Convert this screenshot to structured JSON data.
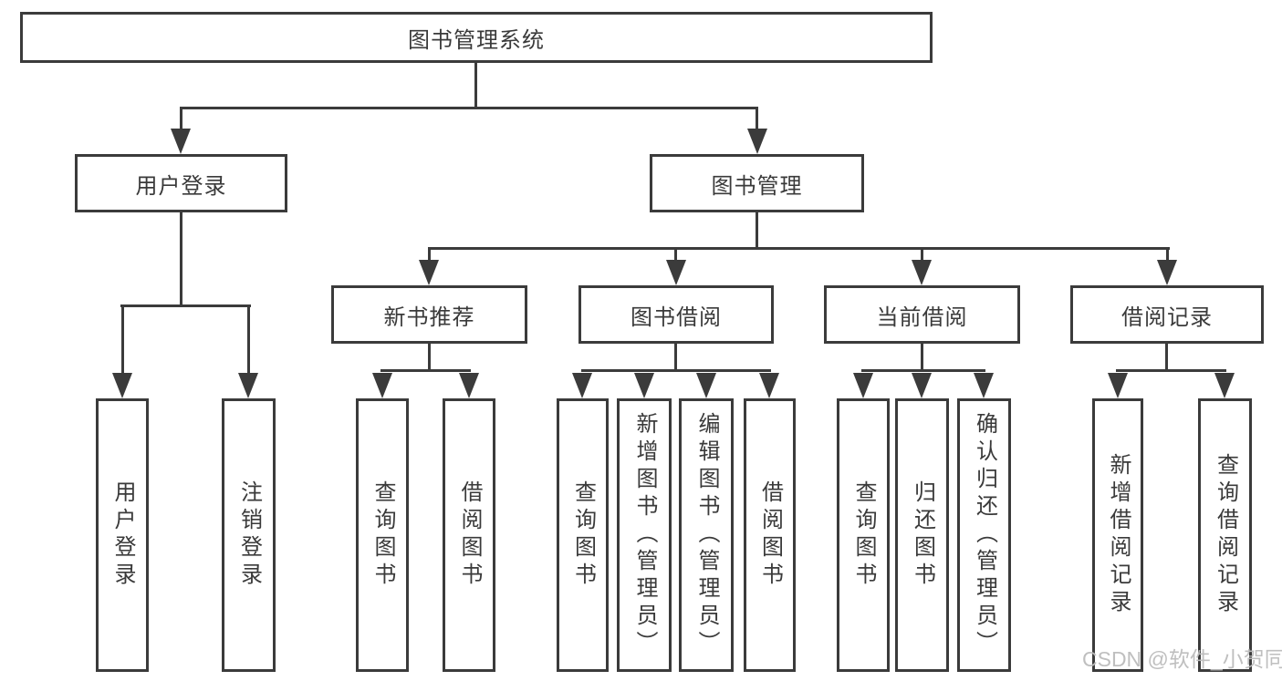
{
  "colors": {
    "line": "#3b3b3b",
    "text": "#3a3a3a",
    "watermark": "#bcbcbc",
    "background": "#ffffff"
  },
  "tree": {
    "label": "图书管理系统",
    "children": [
      {
        "label": "用户登录",
        "children": [
          {
            "label": "用户登录"
          },
          {
            "label": "注销登录"
          }
        ]
      },
      {
        "label": "图书管理",
        "children": [
          {
            "label": "新书推荐",
            "children": [
              {
                "label": "查询图书"
              },
              {
                "label": "借阅图书"
              }
            ]
          },
          {
            "label": "图书借阅",
            "children": [
              {
                "label": "查询图书"
              },
              {
                "label": "新增图书（管理员）"
              },
              {
                "label": "编辑图书（管理员）"
              },
              {
                "label": "借阅图书"
              }
            ]
          },
          {
            "label": "当前借阅",
            "children": [
              {
                "label": "查询图书"
              },
              {
                "label": "归还图书"
              },
              {
                "label": "确认归还（管理员）"
              }
            ]
          },
          {
            "label": "借阅记录",
            "children": [
              {
                "label": "新增借阅记录"
              },
              {
                "label": "查询借阅记录"
              }
            ]
          }
        ]
      }
    ]
  },
  "watermark": {
    "text": "CSDN @软件_小贺同学"
  }
}
